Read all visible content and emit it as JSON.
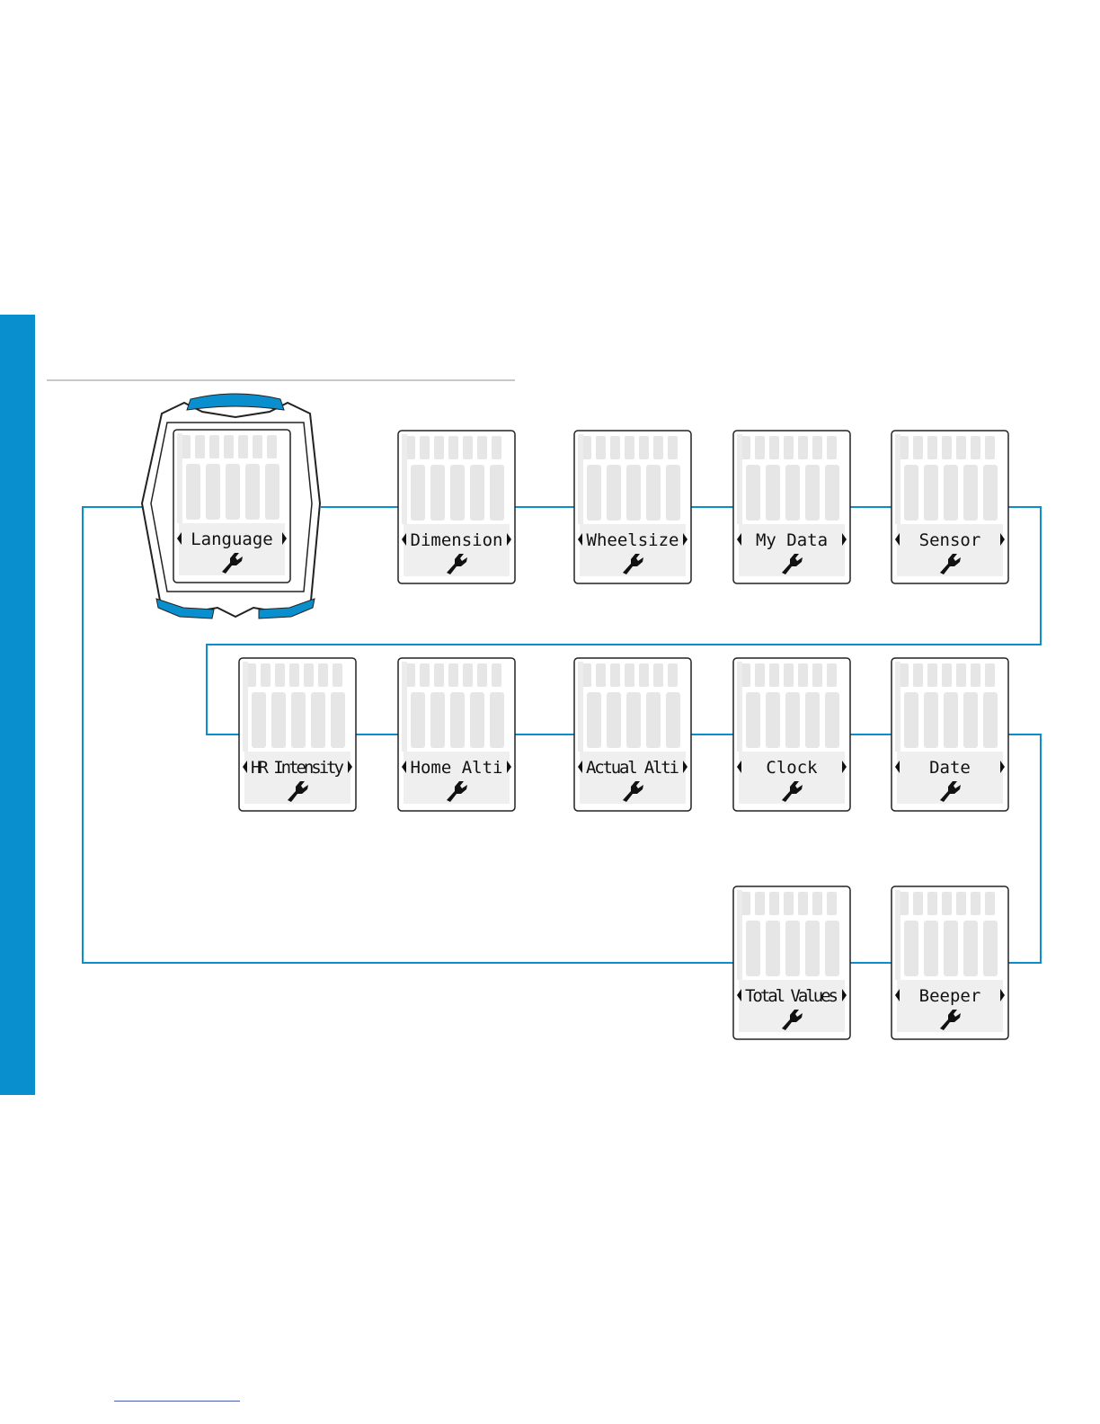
{
  "accent_color": "#0a8fce",
  "flow": [
    {
      "label": "Language",
      "icon": "wrench-icon"
    },
    {
      "label": "Dimension",
      "icon": "wrench-icon"
    },
    {
      "label": "Wheelsize",
      "icon": "wrench-icon"
    },
    {
      "label": "My Data",
      "icon": "wrench-icon"
    },
    {
      "label": "Sensor",
      "icon": "wrench-icon"
    },
    {
      "label": "HR Intensity",
      "icon": "wrench-icon"
    },
    {
      "label": "Home Alti",
      "icon": "wrench-icon"
    },
    {
      "label": "Actual Alti",
      "icon": "wrench-icon"
    },
    {
      "label": "Clock",
      "icon": "wrench-icon"
    },
    {
      "label": "Date",
      "icon": "wrench-icon"
    },
    {
      "label": "Total Values",
      "icon": "wrench-icon"
    },
    {
      "label": "Beeper",
      "icon": "wrench-icon"
    }
  ]
}
